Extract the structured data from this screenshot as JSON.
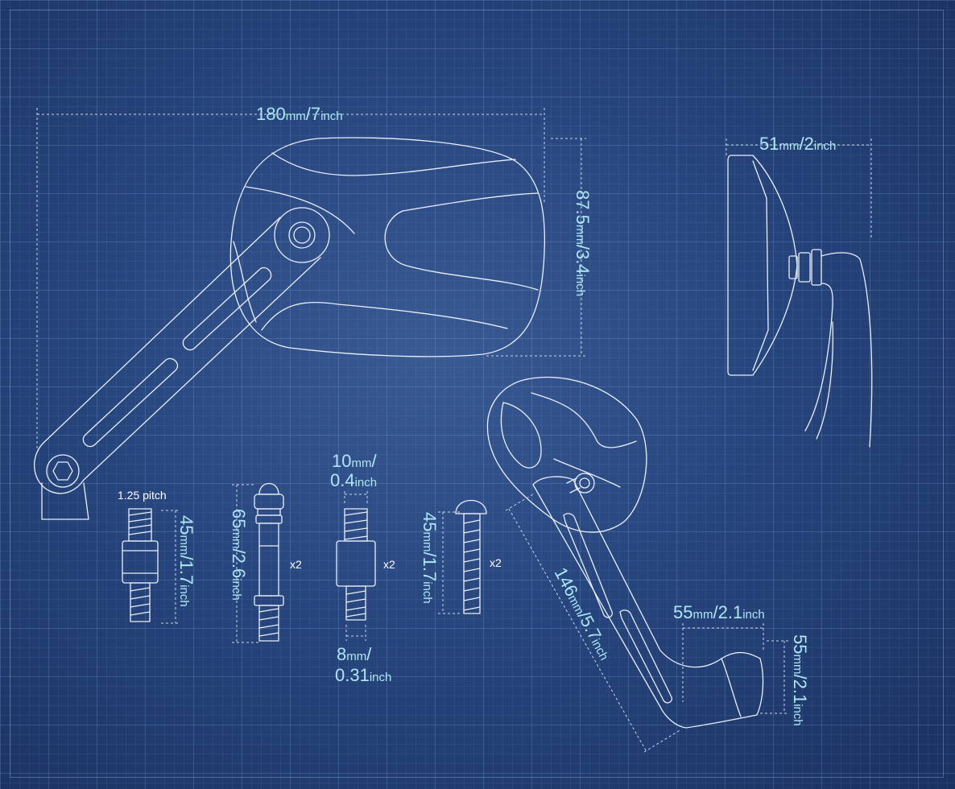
{
  "dimensions": {
    "mirror_width": {
      "value": "180",
      "unit1": "mm",
      "sep": "/",
      "value2": "7",
      "unit2": "inch"
    },
    "mirror_height": {
      "value": "87.5",
      "unit1": "mm",
      "sep": "/",
      "value2": "3.4",
      "unit2": "inch"
    },
    "mirror_depth": {
      "value": "51",
      "unit1": "mm",
      "sep": "/",
      "value2": "2",
      "unit2": "inch"
    },
    "adapter_length": {
      "value": "45",
      "unit1": "mm",
      "sep": "/",
      "value2": "1.7",
      "unit2": "inch"
    },
    "bolt_length": {
      "value": "65",
      "unit1": "mm",
      "sep": "/",
      "value2": "2.6",
      "unit2": "inch"
    },
    "nut_top_width": {
      "value": "10",
      "unit1": "mm",
      "sep": "/",
      "value2": "0.4",
      "unit2": "inch"
    },
    "nut_bottom_width": {
      "value": "8",
      "unit1": "mm",
      "sep": "/",
      "value2": "0.31",
      "unit2": "inch"
    },
    "screw_length": {
      "value": "45",
      "unit1": "mm",
      "sep": "/",
      "value2": "1.7",
      "unit2": "inch"
    },
    "arm_length": {
      "value": "146",
      "unit1": "mm",
      "sep": "/",
      "value2": "5.7",
      "unit2": "inch"
    },
    "base_width": {
      "value": "55",
      "unit1": "mm",
      "sep": "/",
      "value2": "2.1",
      "unit2": "inch"
    },
    "base_height": {
      "value": "55",
      "unit1": "mm",
      "sep": "/",
      "value2": "2.1",
      "unit2": "inch"
    }
  },
  "notes": {
    "pitch": "1.25 pitch",
    "qty_bolt": "x2",
    "qty_nut": "x2",
    "qty_screw": "x2"
  },
  "colors": {
    "background": "#27457d",
    "line": "#e9f0fb",
    "label": "#aee6f4"
  }
}
